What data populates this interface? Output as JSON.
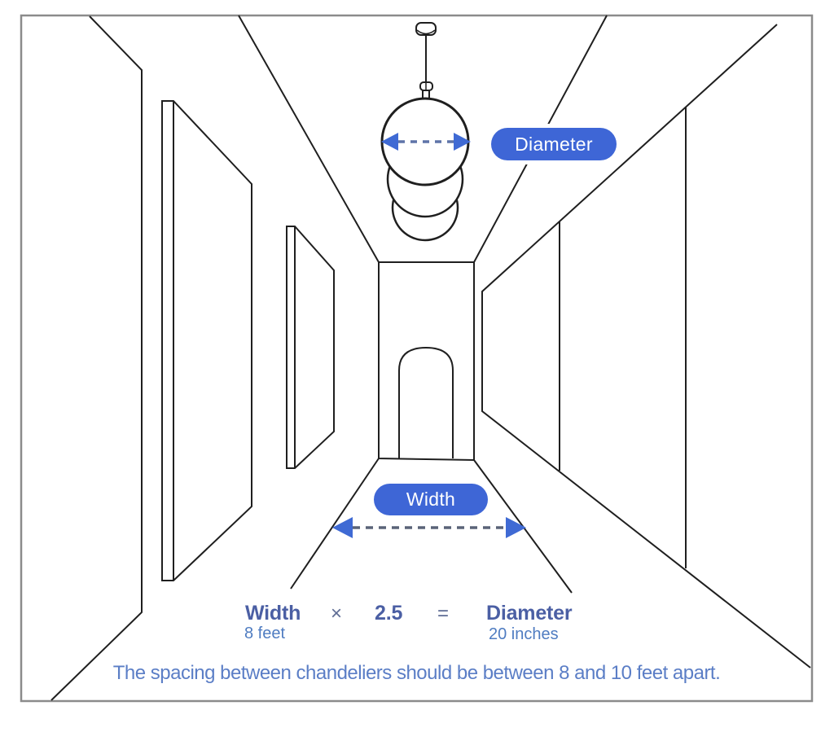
{
  "figure": {
    "type": "hallway-chandelier-sizing-diagram"
  },
  "badges": {
    "diameter_label": "Diameter",
    "width_label": "Width"
  },
  "formula": {
    "width_label": "Width",
    "width_sub": "8 feet",
    "times_symbol": "×",
    "multiplier": "2.5",
    "equals_symbol": "=",
    "diameter_label": "Diameter",
    "diameter_sub": "20 inches"
  },
  "note": {
    "text": "The spacing between chandeliers should be between 8 and 10 feet apart."
  },
  "icons": {
    "diameter_arrow": "dashed-double-headed-horizontal-arrow",
    "width_arrow": "dashed-double-headed-horizontal-arrow"
  },
  "colors": {
    "accent_blue": "#3E66D6",
    "arrowhead_blue": "#3F6AD4",
    "diameter_dash": "#5F74A8",
    "width_dash": "#5A6378",
    "line_black": "#1F1F1F",
    "frame_gray": "#8B8B8B",
    "formula_text": "#4B5FA4",
    "formula_operator": "#5E6C94",
    "formula_subtext": "#4F7CC1",
    "note_text": "#5B7EC6",
    "background": "#FFFFFF"
  }
}
